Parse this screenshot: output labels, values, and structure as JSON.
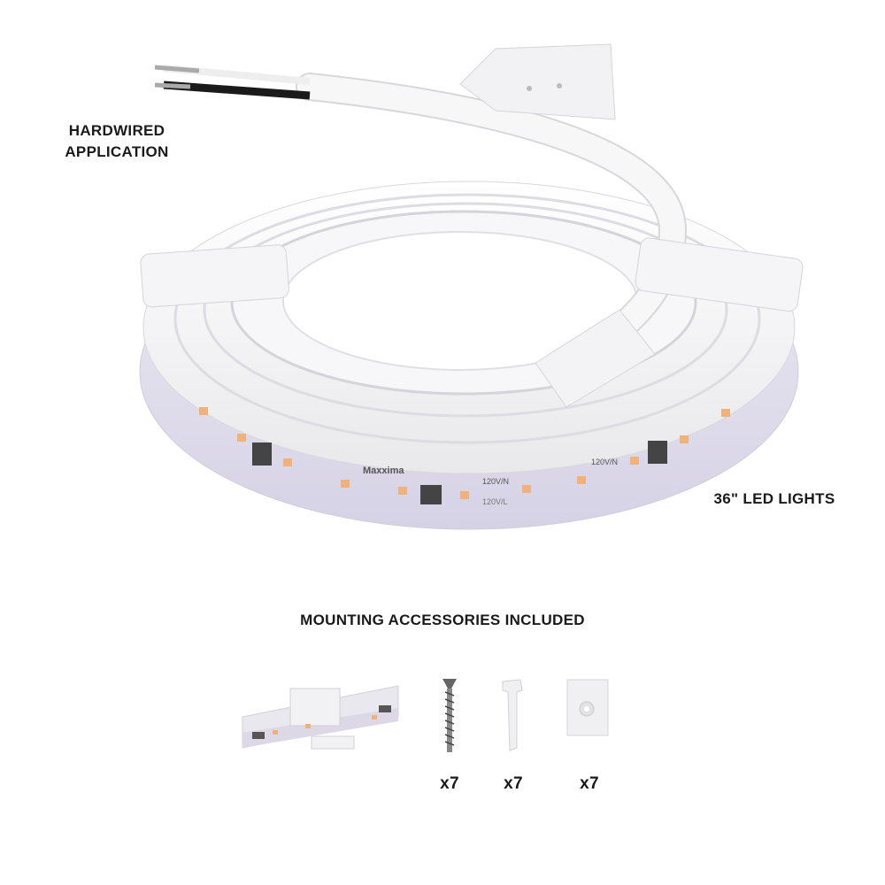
{
  "labels": {
    "hardwired_line1": "HARDWIRED",
    "hardwired_line2": "APPLICATION",
    "led_lights": "36\" LED LIGHTS",
    "accessories_heading": "MOUNTING ACCESSORIES INCLUDED"
  },
  "strip_markings": {
    "brand": "Maxxima",
    "voltage_n": "120V/N",
    "voltage_l": "120V/L"
  },
  "accessories": [
    {
      "item": "mounting-clip-on-strip",
      "count": ""
    },
    {
      "item": "screw",
      "count": "x7"
    },
    {
      "item": "wall-anchor",
      "count": "x7"
    },
    {
      "item": "mounting-clip",
      "count": "x7"
    }
  ],
  "colors": {
    "background": "#ffffff",
    "text": "#1a1a1a",
    "strip_white": "#f4f4f6",
    "diffuser": "#d9d6e6",
    "led": "#f0b27a"
  }
}
